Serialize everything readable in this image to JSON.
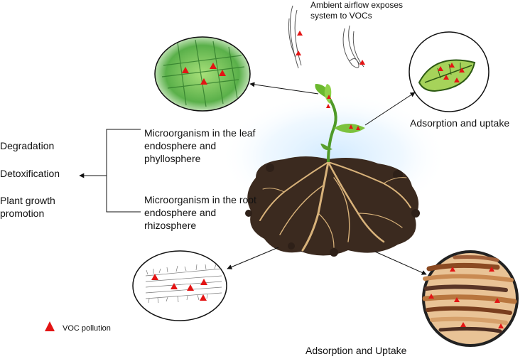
{
  "labels": {
    "airflow": "Ambient airflow exposes system to VOCs",
    "adsorption_leaf": "Adsorption and uptake",
    "leaf_microorganism": "Microorganism in the leaf endosphere and phyllosphere",
    "root_microorganism": "Microorganism in the root endosphere and rhizosphere",
    "adsorption_root": "Adsorption and Uptake",
    "legend": "VOC pollution"
  },
  "outcomes": [
    "Degradation",
    "Detoxification",
    "Plant growth promotion"
  ],
  "colors": {
    "voc_marker": "#e31414",
    "leaf_green": "#6bb82e",
    "leaf_light": "#b8e07a",
    "soil": "#3b2a1f",
    "root": "#d8b27a",
    "glow": "#cfe9ff"
  },
  "icons": [
    "voc-triangle-icon",
    "airflow-swirl-icon",
    "plant-seedling-icon"
  ]
}
